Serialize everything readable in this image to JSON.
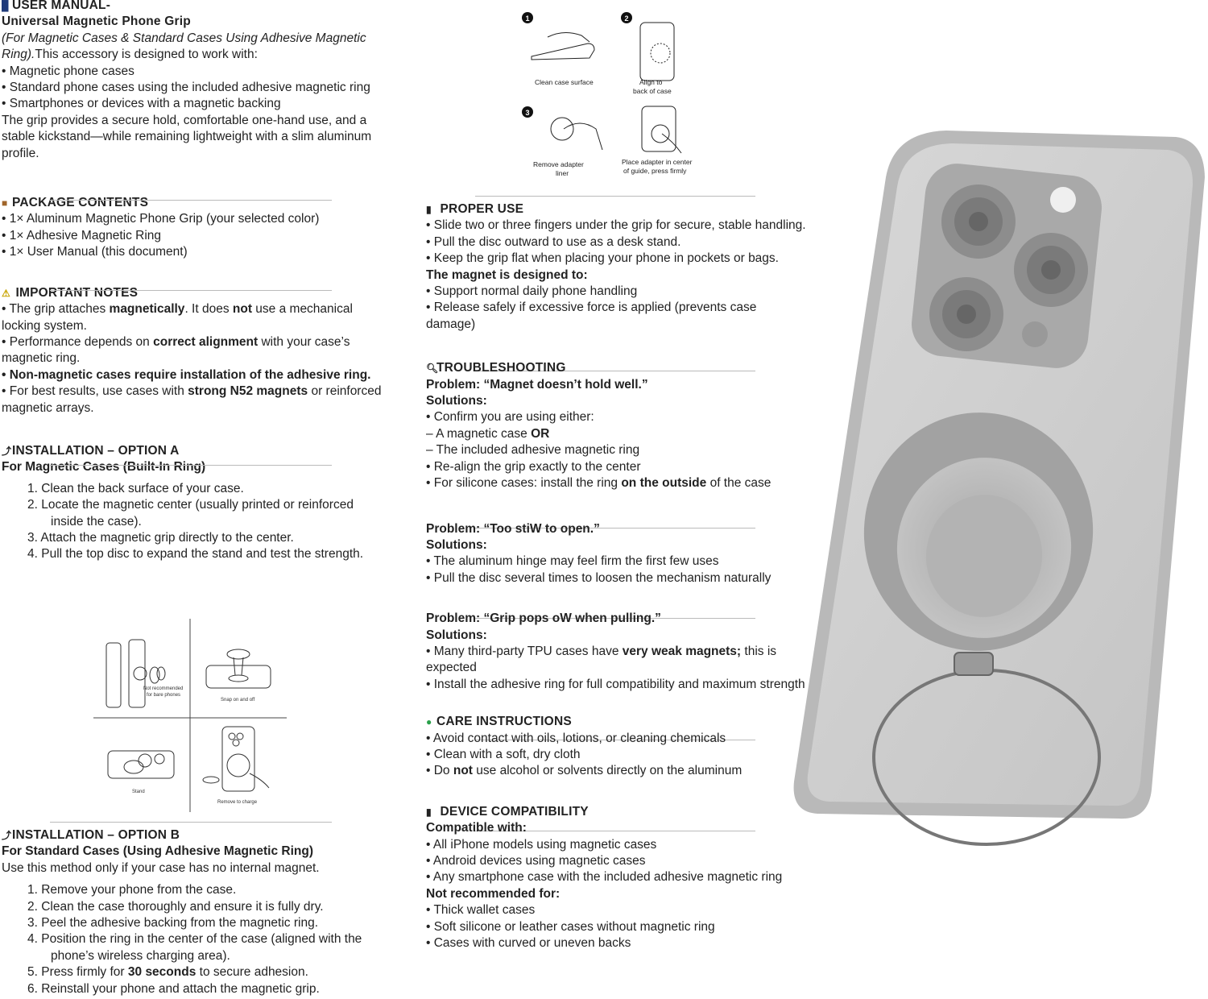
{
  "manual": {
    "title": "USER MANUAL-",
    "subtitle": "Universal Magnetic Phone Grip",
    "intro_italic": "(For Magnetic Cases & Standard Cases Using Adhesive Magnetic Ring).",
    "intro_rest": "This accessory is designed to work with:",
    "works_with": [
      "• Magnetic phone cases",
      "• Standard phone cases using the included adhesive magnetic ring",
      "• Smartphones or devices with a magnetic backing"
    ],
    "intro_desc": "The grip provides a secure hold, comfortable one-hand use, and a stable kickstand—while remaining lightweight with a slim aluminum profile."
  },
  "package": {
    "heading": "PACKAGE CONTENTS",
    "items": [
      "• 1× Aluminum Magnetic Phone Grip (your selected color)",
      "• 1× Adhesive Magnetic Ring",
      "• 1× User Manual (this document)"
    ]
  },
  "notes": {
    "heading": "IMPORTANT NOTES",
    "n1a": "• The grip attaches ",
    "n1b": "magnetically",
    "n1c": ". It does ",
    "n1d": "not",
    "n1e": " use a mechanical locking system.",
    "n2a": "• Performance depends on ",
    "n2b": "correct alignment",
    "n2c": " with your case’s magnetic ring.",
    "n3": "• Non-magnetic cases require installation of the adhesive ring.",
    "n4a": "• For best results, use cases with ",
    "n4b": "strong N52 magnets",
    "n4c": " or reinforced magnetic arrays."
  },
  "install_a": {
    "heading": "INSTALLATION – OPTION A",
    "sub": "For Magnetic Cases (Built-In Ring)",
    "steps": [
      "1.    Clean the back surface of your case.",
      "2. Locate the magnetic center (usually printed or reinforced inside the case).",
      "3. Attach the magnetic grip directly to the center.",
      "4.    Pull the top disc to expand the stand and test the strength."
    ],
    "fig_labels": [
      "Not recommended",
      "for bare phones",
      "Snap on and off",
      "Stand",
      "Remove to charge"
    ]
  },
  "install_b": {
    "heading": "INSTALLATION – OPTION B",
    "sub": "For Standard Cases (Using Adhesive Magnetic Ring)",
    "note": "Use this method only if your case has no internal magnet.",
    "s1": "1. Remove your phone from the case.",
    "s2": "2.    Clean the case thoroughly and ensure it is fully dry.",
    "s3": "3. Peel the adhesive backing from the magnetic ring.",
    "s4": "4. Position the ring in the center of the case (aligned with the phone’s wireless charging area).",
    "s5a": "5. Press firmly for ",
    "s5b": "30 seconds",
    "s5c": " to secure adhesion.",
    "s6": "6. Reinstall your phone and attach the magnetic grip."
  },
  "figure_top": {
    "nums": [
      "1",
      "2",
      "3"
    ],
    "labels": [
      "Clean case surface",
      "Align to",
      "back of case",
      "Remove adapter",
      "liner",
      "Place adapter in center",
      "of guide, press firmly"
    ]
  },
  "proper_use": {
    "heading": "PROPER USE",
    "items": [
      "• Slide two or three fingers under the grip for secure, stable handling.",
      "• Pull the disc outward to use as a desk stand.",
      "• Keep the grip flat when placing your phone in pockets or bags."
    ],
    "magnet_head": "The magnet is designed to:",
    "magnet_items": [
      "• Support normal daily phone handling",
      "• Release safely if excessive force is applied (prevents case damage)"
    ]
  },
  "trouble": {
    "heading": "TROUBLESHOOTING",
    "p1": "Problem: “Magnet doesn’t hold well.”",
    "solutions": "Solutions:",
    "p1_i1": "• Confirm you are using either:",
    "p1_i2a": "– A magnetic case ",
    "p1_i2b": "OR",
    "p1_i3": "– The included adhesive magnetic ring",
    "p1_i4": "• Re-align the grip exactly to the center",
    "p1_i5a": "• For silicone cases: install the ring ",
    "p1_i5b": "on the outside",
    "p1_i5c": " of the case",
    "p2": "Problem: “Too stiW to open.”",
    "p2_items": [
      "• The aluminum hinge may feel firm the first few uses",
      "• Pull the disc several times to loosen the mechanism naturally"
    ],
    "p3": "Problem: “Grip pops oW when pulling.”",
    "p3_i1a": "• Many third-party TPU cases have ",
    "p3_i1b": "very weak magnets;",
    "p3_i1c": " this is expected",
    "p3_i2": "• Install the adhesive ring for full compatibility and maximum strength"
  },
  "care": {
    "heading": "CARE INSTRUCTIONS",
    "i1": "• Avoid contact with oils, lotions, or cleaning chemicals",
    "i2": "• Clean with a soft, dry cloth",
    "i3a": "• Do ",
    "i3b": "not",
    "i3c": " use alcohol or solvents directly on the aluminum"
  },
  "compat": {
    "heading": "DEVICE COMPATIBILITY",
    "with_head": "Compatible with:",
    "with_items": [
      "• All iPhone models using magnetic cases",
      "• Android devices using magnetic cases",
      "• Any smartphone case with the included adhesive magnetic ring"
    ],
    "not_head": "Not recommended for:",
    "not_items": [
      "• Thick wallet cases",
      "• Soft silicone or leather cases without magnetic ring",
      "• Cases with curved or uneven backs"
    ]
  },
  "icons": [
    "book-icon",
    "package-icon",
    "warning-icon",
    "wrench-icon",
    "phone-icon",
    "magnifier-icon",
    "leaf-icon"
  ]
}
